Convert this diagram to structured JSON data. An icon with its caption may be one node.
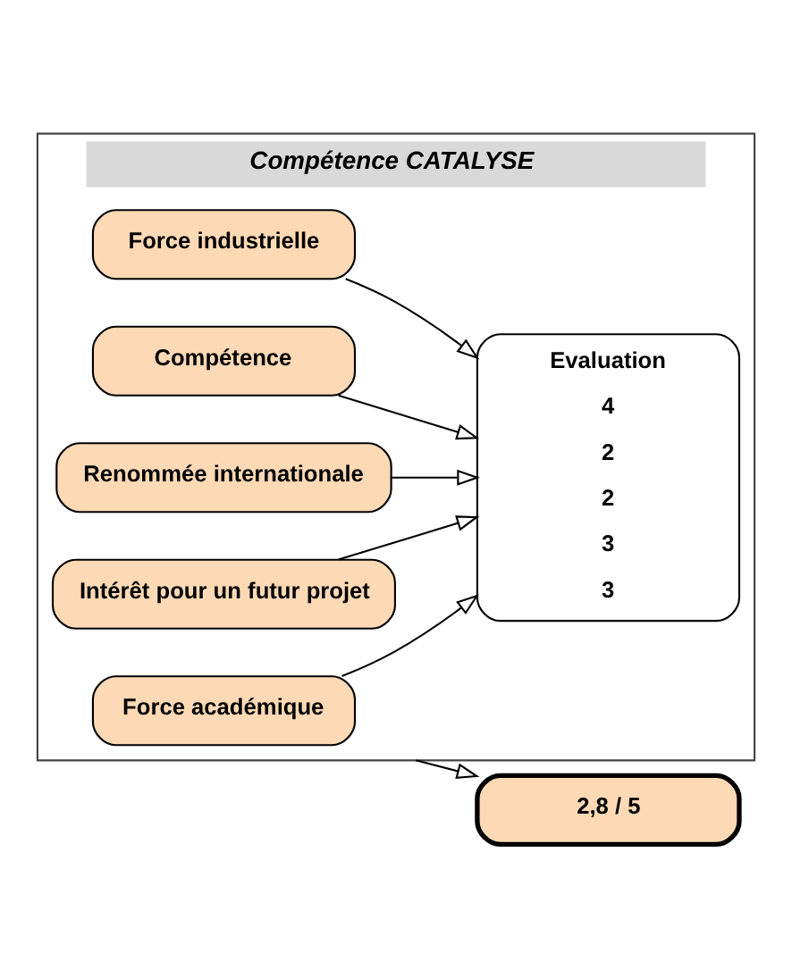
{
  "diagram": {
    "nodes": [
      {
        "text": [
          "Compétence CATALYSE"
        ]
      },
      {
        "text": [
          "Force académique"
        ],
        "in": 0
      },
      {
        "text": [
          "Force industrielle"
        ],
        "in": 0
      },
      {
        "text": [
          "Compétence"
        ],
        "in": 0
      },
      {
        "text": [
          "Renommée internationale"
        ],
        "in": 0
      },
      {
        "text": [
          "Intérêt pour un futur projet"
        ],
        "in": 0
      },
      {
        "text": [
          "Evaluation",
          "4",
          "2",
          "2",
          "3",
          "3"
        ],
        "in": 0
      },
      {
        "text": [
          "2,8 / 5"
        ]
      }
    ],
    "edges": [
      {
        "from": 1,
        "to": 6,
        "arrow": "to"
      },
      {
        "from": 2,
        "to": 6,
        "arrow": "to"
      },
      {
        "from": 3,
        "to": 6,
        "arrow": "to"
      },
      {
        "from": 4,
        "to": 6,
        "arrow": "to"
      },
      {
        "from": 5,
        "to": 6,
        "arrow": "to"
      },
      {
        "from": 0,
        "to": 7,
        "arrow": "to"
      }
    ]
  }
}
